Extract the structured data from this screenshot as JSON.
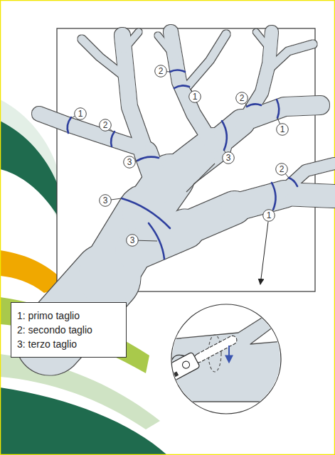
{
  "diagram": {
    "nodes": [
      {
        "text": [
          "2"
        ]
      },
      {
        "text": [
          "1"
        ]
      },
      {
        "text": [
          "2"
        ]
      },
      {
        "text": [
          "1"
        ]
      },
      {
        "text": [
          "1"
        ]
      },
      {
        "text": [
          "2"
        ]
      },
      {
        "text": [
          "3"
        ]
      },
      {
        "text": [
          "3"
        ]
      },
      {
        "text": [
          "2"
        ]
      },
      {
        "text": [
          "3"
        ]
      },
      {
        "text": [
          "1"
        ]
      },
      {
        "text": [
          "3"
        ]
      },
      {
        "text": [
          "1: primo taglio",
          "2: secondo taglio",
          "3: terzo taglio"
        ]
      }
    ]
  }
}
